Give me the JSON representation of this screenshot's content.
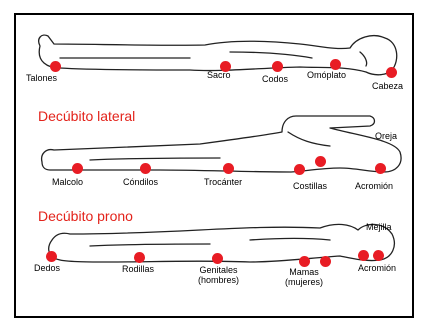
{
  "colors": {
    "accent": "#e81c24",
    "heading": "#e3231b",
    "outline": "#222222",
    "frame": "#000000"
  },
  "sections": [
    {
      "title": "",
      "labels": [
        "Talones",
        "Sacro",
        "Codos",
        "Omóplato",
        "Cabeza"
      ]
    },
    {
      "title": "Decúbito lateral",
      "labels": [
        "Oreja",
        "Malcolo",
        "Cóndilos",
        "Trocánter",
        "Costillas",
        "Acromión"
      ]
    },
    {
      "title": "Decúbito prono",
      "labels": [
        "Mejilla",
        "Dedos",
        "Rodillas",
        "Genitales",
        "(hombres)",
        "Mamas",
        "(mujeres)",
        "Acromión"
      ]
    }
  ]
}
